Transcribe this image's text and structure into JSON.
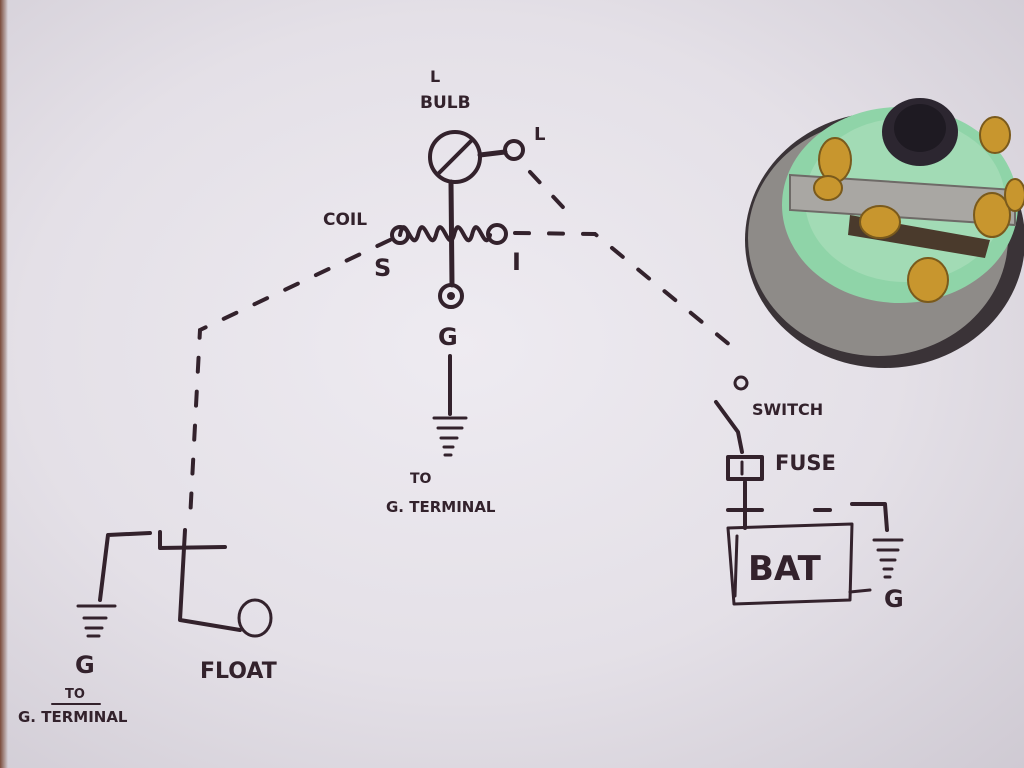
{
  "labels": {
    "bulb_top": "L",
    "bulb": "BULB",
    "l_terminal": "L",
    "coil": "COIL",
    "s_terminal": "S",
    "i_terminal": "I",
    "g_terminal": "G",
    "to": "TO",
    "g_terminal_note": "G. TERMINAL",
    "switch": "SWITCH",
    "fuse": "FUSE",
    "plus": "+",
    "minus": "-",
    "bat": "BAT",
    "bat_ground": "G",
    "sender_ground": "G",
    "sender_to": "TO",
    "sender_note": "G. TERMINAL",
    "float": "FLOAT"
  },
  "colors": {
    "ink": "#33222c",
    "paper": "#e8e4ea",
    "gauge_face": "#8fd4a8",
    "brass": "#c8962e"
  }
}
